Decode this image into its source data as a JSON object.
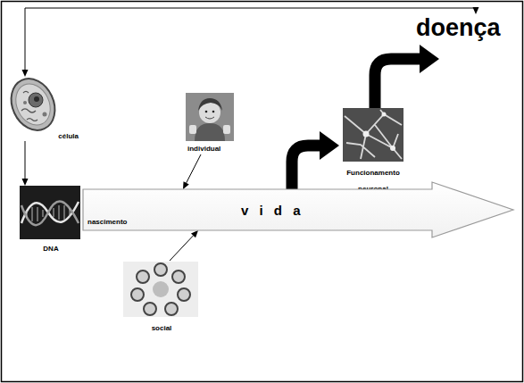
{
  "diagram": {
    "nodes": [
      {
        "text": [
          "doença"
        ]
      },
      {
        "text": [
          "célula"
        ]
      },
      {
        "text": [
          "individual"
        ]
      },
      {
        "text": [
          "Funcionamento neuronal"
        ]
      },
      {
        "text": [
          "DNA"
        ]
      },
      {
        "text": [
          "v i d a"
        ]
      },
      {
        "text": [
          "social"
        ]
      }
    ],
    "edges": [
      {
        "from": 1,
        "to": 4,
        "arrow": "to"
      },
      {
        "from": 2,
        "to": 5,
        "arrow": "to"
      },
      {
        "from": 6,
        "to": 5,
        "arrow": "to"
      },
      {
        "from": 5,
        "to": 3,
        "arrow": "to"
      },
      {
        "from": 3,
        "to": 0,
        "arrow": "to"
      },
      {
        "from": 0,
        "to": 1,
        "arrow": "both"
      }
    ],
    "labels": [
      "nascimento"
    ]
  }
}
